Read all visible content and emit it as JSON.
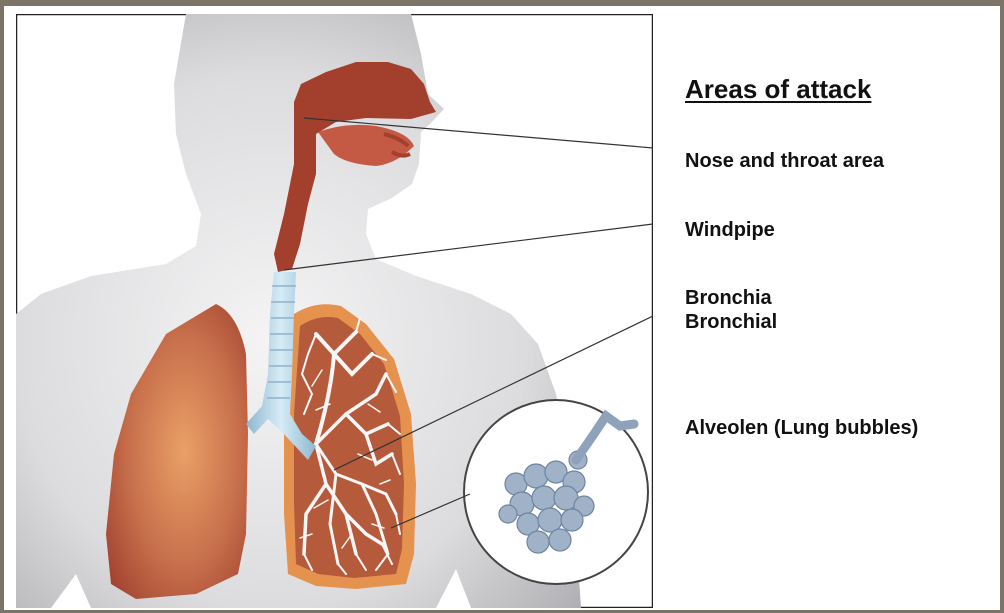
{
  "legend": {
    "title": "Areas of attack",
    "items": [
      {
        "label": "Nose and throat area"
      },
      {
        "label": "Windpipe"
      },
      {
        "label": "Bronchia"
      },
      {
        "label": "Bronchial"
      },
      {
        "label": "Alveolen (Lung bubbles)"
      }
    ]
  },
  "colors": {
    "background_frame": "#7d7468",
    "body_silhouette": "#d9d9db",
    "airway_red": "#a13a2a",
    "lung": "#c06a4a",
    "trachea_blue": "#b9d8ea",
    "alveoli": "#9fb3c9",
    "leader_line": "#333333"
  }
}
